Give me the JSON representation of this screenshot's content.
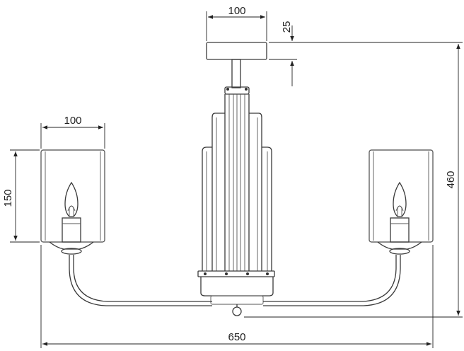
{
  "dimensions": {
    "canopy_width": "100",
    "canopy_height": "25",
    "shade_width": "100",
    "shade_height": "150",
    "total_height": "460",
    "total_width": "650"
  }
}
